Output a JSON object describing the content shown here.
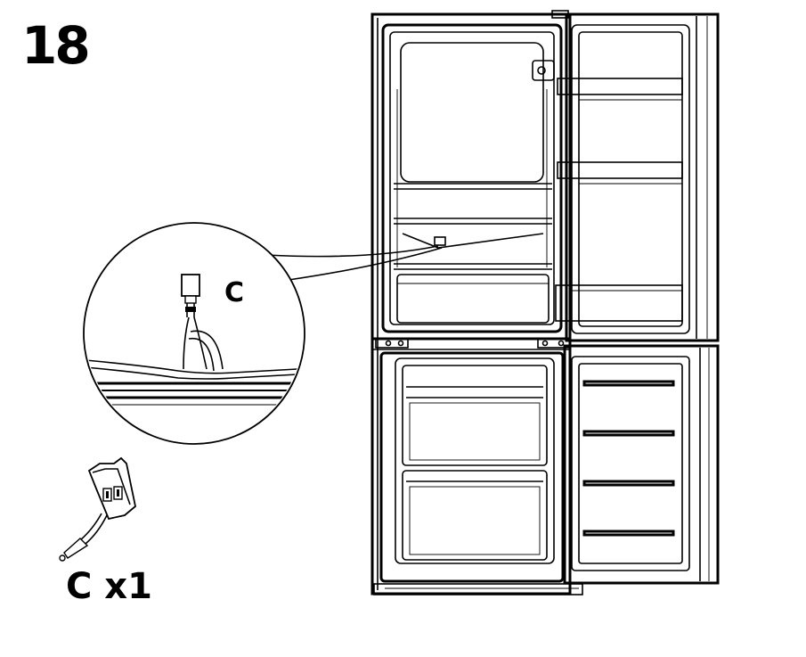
{
  "step": {
    "number": "18"
  },
  "callout": {
    "label": "C"
  },
  "parts": {
    "count_label": "C x1"
  }
}
